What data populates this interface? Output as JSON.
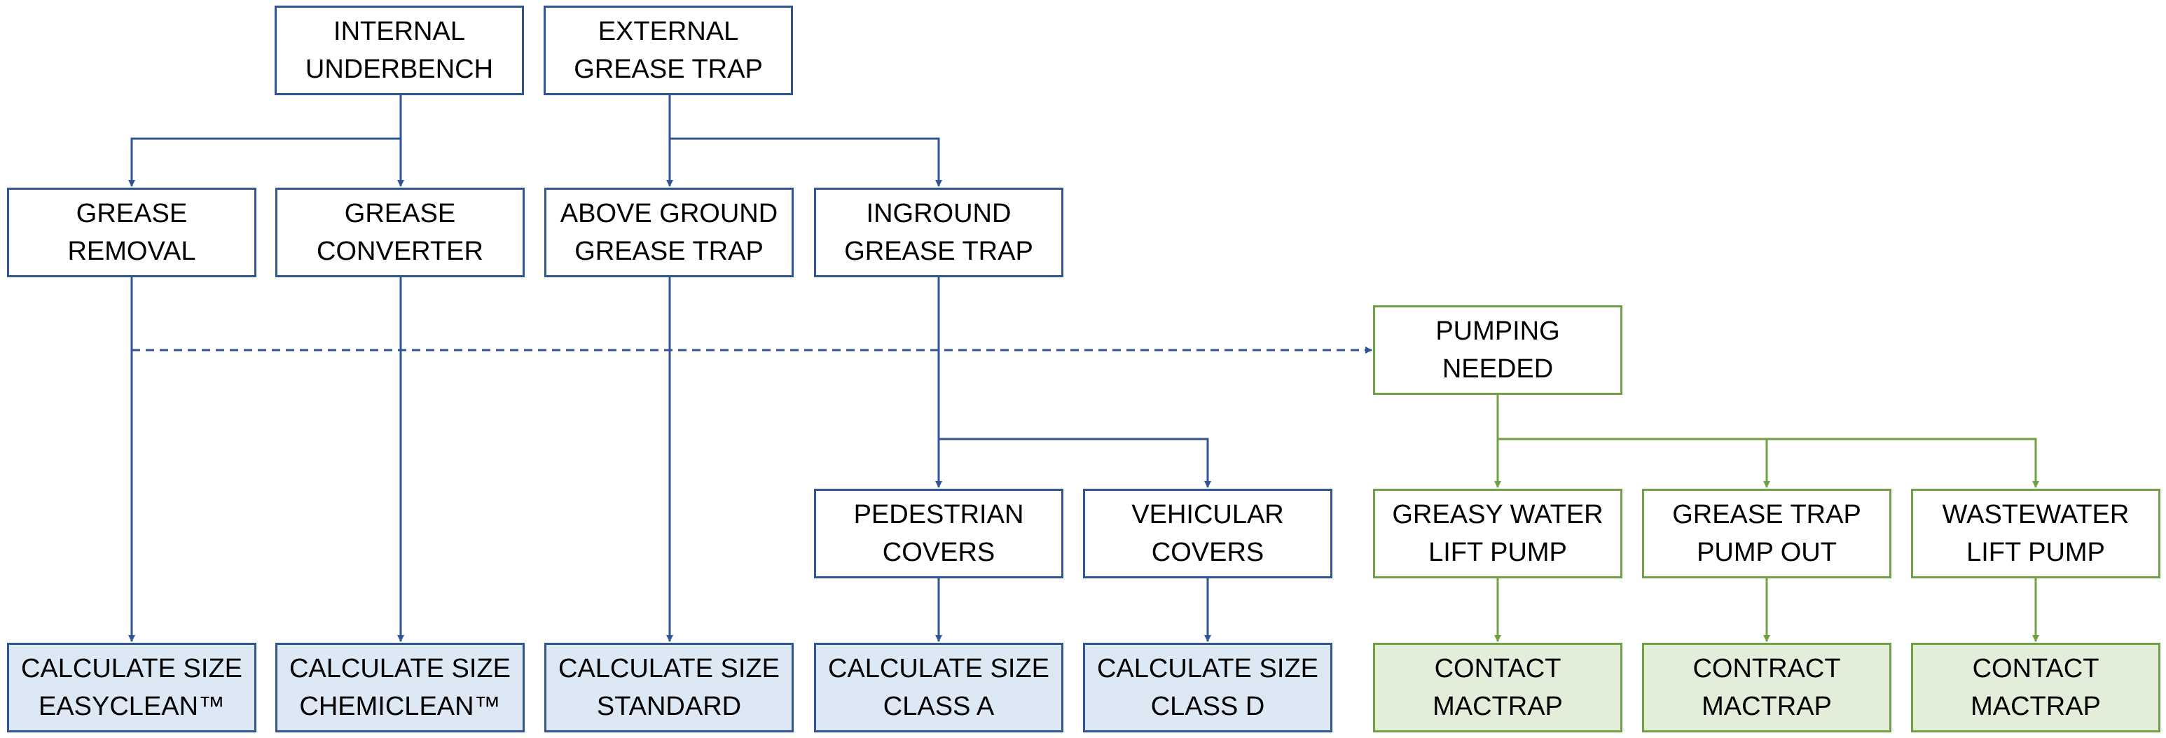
{
  "diagram": {
    "colors": {
      "blue": "#2f5597",
      "green": "#70a043",
      "blue_fill": "#dde8f5",
      "green_fill": "#e3eeda"
    },
    "nodes": {
      "internal_underbench": {
        "line1": "INTERNAL",
        "line2": "UNDERBENCH"
      },
      "external_grease_trap": {
        "line1": "EXTERNAL",
        "line2": "GREASE TRAP"
      },
      "grease_removal": {
        "line1": "GREASE",
        "line2": "REMOVAL"
      },
      "grease_converter": {
        "line1": "GREASE",
        "line2": "CONVERTER"
      },
      "above_ground_grease_trap": {
        "line1": "ABOVE GROUND",
        "line2": "GREASE TRAP"
      },
      "inground_grease_trap": {
        "line1": "INGROUND",
        "line2": "GREASE TRAP"
      },
      "pumping_needed": {
        "line1": "PUMPING",
        "line2": "NEEDED"
      },
      "pedestrian_covers": {
        "line1": "PEDESTRIAN",
        "line2": "COVERS"
      },
      "vehicular_covers": {
        "line1": "VEHICULAR",
        "line2": "COVERS"
      },
      "greasy_water_lift_pump": {
        "line1": "GREASY WATER",
        "line2": "LIFT PUMP"
      },
      "grease_trap_pump_out": {
        "line1": "GREASE TRAP",
        "line2": "PUMP OUT"
      },
      "wastewater_lift_pump": {
        "line1": "WASTEWATER",
        "line2": "LIFT PUMP"
      },
      "calc_easyclean": {
        "line1": "CALCULATE SIZE",
        "line2": "EASYCLEAN™"
      },
      "calc_chemiclean": {
        "line1": "CALCULATE SIZE",
        "line2": "CHEMICLEAN™"
      },
      "calc_standard": {
        "line1": "CALCULATE SIZE",
        "line2": "STANDARD"
      },
      "calc_class_a": {
        "line1": "CALCULATE SIZE",
        "line2": "CLASS A"
      },
      "calc_class_d": {
        "line1": "CALCULATE SIZE",
        "line2": "CLASS D"
      },
      "contact_mactrap_1": {
        "line1": "CONTACT",
        "line2": "MACTRAP"
      },
      "contract_mactrap": {
        "line1": "CONTRACT",
        "line2": "MACTRAP"
      },
      "contact_mactrap_2": {
        "line1": "CONTACT",
        "line2": "MACTRAP"
      }
    },
    "edges": [
      {
        "from": "internal_underbench",
        "to": "grease_removal",
        "style": "solid",
        "color": "blue"
      },
      {
        "from": "internal_underbench",
        "to": "grease_converter",
        "style": "solid",
        "color": "blue"
      },
      {
        "from": "external_grease_trap",
        "to": "above_ground_grease_trap",
        "style": "solid",
        "color": "blue"
      },
      {
        "from": "external_grease_trap",
        "to": "inground_grease_trap",
        "style": "solid",
        "color": "blue"
      },
      {
        "from": "grease_removal",
        "to": "calc_easyclean",
        "style": "solid",
        "color": "blue"
      },
      {
        "from": "grease_converter",
        "to": "calc_chemiclean",
        "style": "solid",
        "color": "blue"
      },
      {
        "from": "above_ground_grease_trap",
        "to": "calc_standard",
        "style": "solid",
        "color": "blue"
      },
      {
        "from": "grease_removal",
        "to": "pumping_needed",
        "style": "dashed",
        "color": "blue"
      },
      {
        "from": "inground_grease_trap",
        "to": "pedestrian_covers",
        "style": "solid",
        "color": "blue"
      },
      {
        "from": "inground_grease_trap",
        "to": "vehicular_covers",
        "style": "solid",
        "color": "blue"
      },
      {
        "from": "pedestrian_covers",
        "to": "calc_class_a",
        "style": "solid",
        "color": "blue"
      },
      {
        "from": "vehicular_covers",
        "to": "calc_class_d",
        "style": "solid",
        "color": "blue"
      },
      {
        "from": "pumping_needed",
        "to": "greasy_water_lift_pump",
        "style": "solid",
        "color": "green"
      },
      {
        "from": "pumping_needed",
        "to": "grease_trap_pump_out",
        "style": "solid",
        "color": "green"
      },
      {
        "from": "pumping_needed",
        "to": "wastewater_lift_pump",
        "style": "solid",
        "color": "green"
      },
      {
        "from": "greasy_water_lift_pump",
        "to": "contact_mactrap_1",
        "style": "solid",
        "color": "green"
      },
      {
        "from": "grease_trap_pump_out",
        "to": "contract_mactrap",
        "style": "solid",
        "color": "green"
      },
      {
        "from": "wastewater_lift_pump",
        "to": "contact_mactrap_2",
        "style": "solid",
        "color": "green"
      }
    ]
  }
}
